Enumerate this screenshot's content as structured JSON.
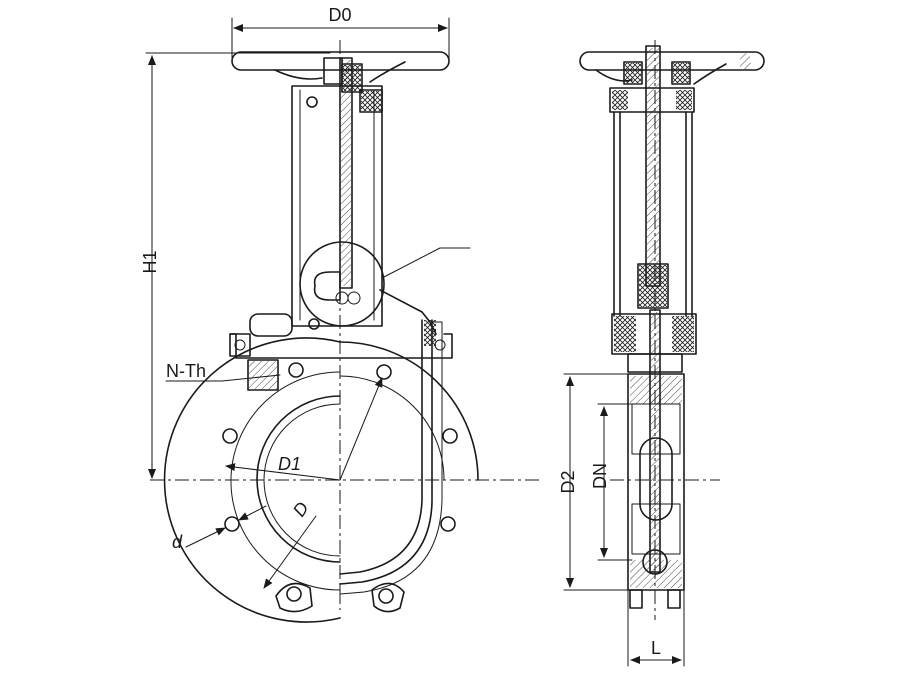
{
  "labels": {
    "d0": "D0",
    "h1": "H1",
    "n_th": "N-Th",
    "d1": "D1",
    "d": "d",
    "d_big": "D",
    "d2": "D2",
    "dn": "DN",
    "l": "L"
  },
  "colors": {
    "line": "#1a1a1a",
    "background": "#ffffff"
  }
}
